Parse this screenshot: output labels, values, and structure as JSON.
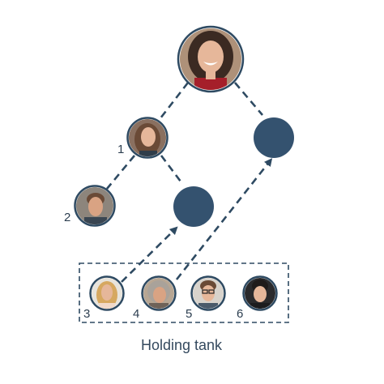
{
  "labels": {
    "node1": "1",
    "node2": "2",
    "tank3": "3",
    "tank4": "4",
    "tank5": "5",
    "tank6": "6",
    "caption": "Holding tank"
  },
  "colors": {
    "empty_slot": "#34526f",
    "lines": "#2e4a62",
    "text": "#34495e"
  },
  "people": {
    "root": "smiling-woman-red-top-photo",
    "node1": "woman-long-brown-hair-photo",
    "node2": "man-short-hair-photo",
    "tank3": "blonde-woman-photo",
    "tank4": "grey-haired-woman-photo",
    "tank5": "man-with-glasses-photo",
    "tank6": "dark-haired-young-man-photo"
  }
}
